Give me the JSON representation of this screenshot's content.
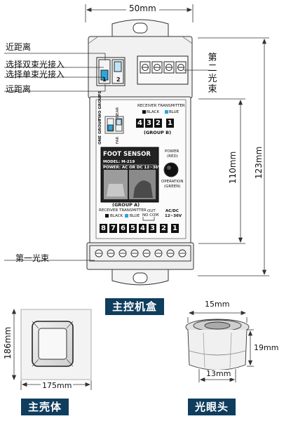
{
  "top_width": "50mm",
  "left_labels": {
    "near": "近距离",
    "dual_beam": "选择双束光接入",
    "single_beam": "选择单束光接入",
    "far": "远距离",
    "first_beam": "第一光束"
  },
  "second_beam_chars": [
    "第",
    "二",
    "光",
    "束"
  ],
  "dims_right": {
    "h110": "110mm",
    "h123": "123mm"
  },
  "dip_numbers": [
    "1",
    "2"
  ],
  "panel": {
    "two_groups": "TWO GROUPS",
    "near": "NEAR",
    "one_group": "ONE GROUP",
    "far": "FAR",
    "receiver_transmitter_b": "RECEIVER TRANSMITTER",
    "black": "BLACK",
    "blue": "BLUE",
    "group_b_terms": [
      "4",
      "3",
      "2",
      "1"
    ],
    "group_b": "(GROUP B)",
    "foot_sensor": "FOOT SENSOR",
    "model": "MODEL: M-219",
    "power_line": "POWER: AC OR DC 12~36V",
    "power_led": "POWER",
    "power_led_sub": "(RED)",
    "operation_led": "OPERATION",
    "operation_led_sub": "(GREEN)",
    "group_a": "(GROUP A)",
    "receiver_transmitter_a": "RECEIVER TRANSMITTER",
    "black_a": "BLACK",
    "blue_a": "BLUE",
    "out": "OUT",
    "no_com": "NO COM",
    "acdc": "AC/DC",
    "acdc_range": "12~36V",
    "group_a_terms": [
      "8",
      "7",
      "6",
      "5",
      "4",
      "3",
      "2",
      "1"
    ]
  },
  "captions": {
    "main_box": "主控机盒",
    "shell": "主壳体",
    "eye": "光眼头"
  },
  "shell_dims": {
    "height": "186mm",
    "width": "175mm"
  },
  "eye_dims": {
    "top": "15mm",
    "height": "19mm",
    "bottom": "13mm"
  }
}
